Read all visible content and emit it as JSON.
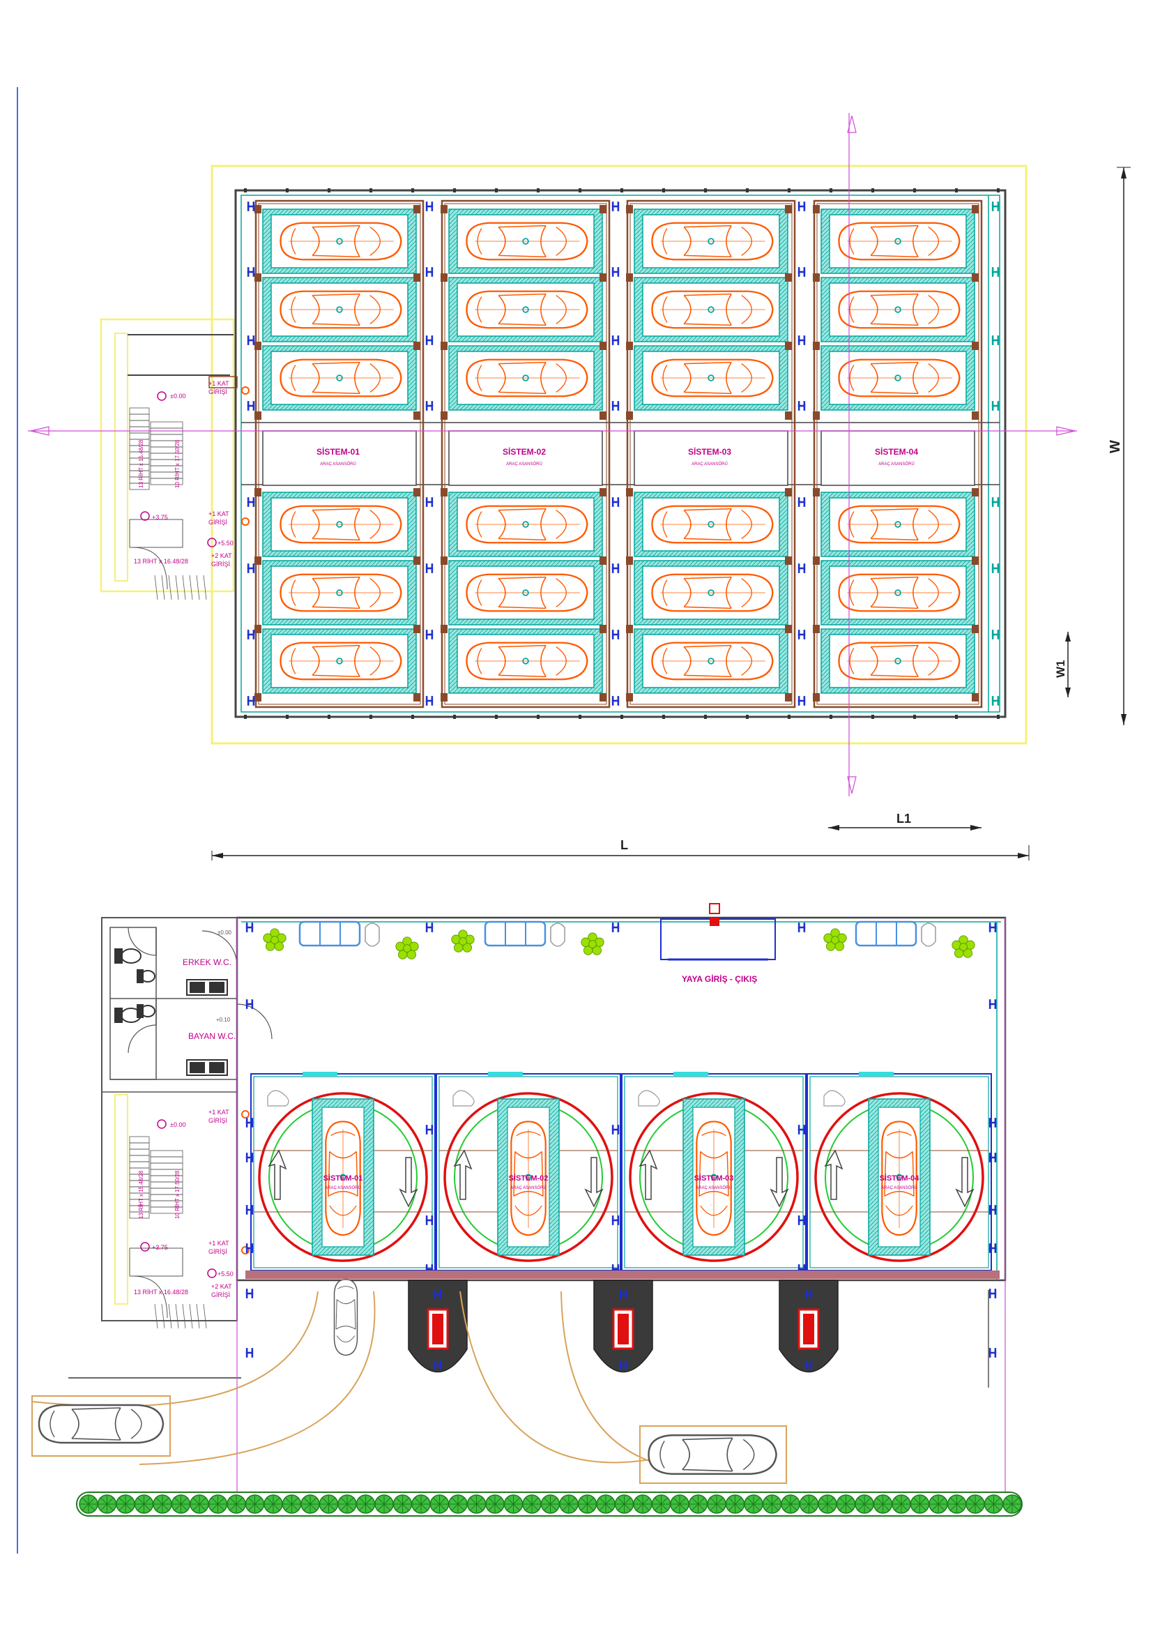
{
  "dimensions": {
    "L": "L",
    "L1": "L1",
    "W": "W",
    "W1": "W1"
  },
  "systems": [
    {
      "name": "SİSTEM-01",
      "sub": "ARAÇ ASANSÖRÜ"
    },
    {
      "name": "SİSTEM-02",
      "sub": "ARAÇ ASANSÖRÜ"
    },
    {
      "name": "SİSTEM-03",
      "sub": "ARAÇ ASANSÖRÜ"
    },
    {
      "name": "SİSTEM-04",
      "sub": "ARAÇ ASANSÖRÜ"
    }
  ],
  "stair_plan1": {
    "lv0": "±0.00",
    "lv1": "+3.75",
    "lv2": "+5.50",
    "k1a": "+1 KAT",
    "k1b": "GİRİŞİ",
    "k1c": "+1 KAT",
    "k1d": "GİRİŞİ",
    "k2a": "+2 KAT",
    "k2b": "GİRİŞİ",
    "r1": "13 RİHT x 15.48/28",
    "r2": "10 RİHT x 17.50/28",
    "r3": "13 RİHT x 16.48/28"
  },
  "stair_plan2": {
    "lv0": "±0.00",
    "lv1": "+3.75",
    "lv2": "+5.50",
    "k1a": "+1 KAT",
    "k1b": "GİRİŞİ",
    "k1c": "+1 KAT",
    "k1d": "GİRİŞİ",
    "k2a": "+2 KAT",
    "k2b": "GİRİŞİ",
    "r1": "13 RİHT x 15.48/28",
    "r2": "10 RİHT x 17.50/28",
    "r3": "13 RİHT x 16.48/28"
  },
  "wc": {
    "male": "ERKEK W.C.",
    "female": "BAYAN W.C.",
    "lvA": "±0.00",
    "lvB": "+0.10"
  },
  "entrance": "YAYA GİRİŞ - ÇIKIŞ",
  "colors": {
    "orange": "#ff5a00",
    "teal": "#00a79d",
    "tealFill": "#9be6df",
    "brown": "#8a4a2a",
    "magenta": "#c2008a",
    "dark": "#333333",
    "yellow": "#f5f078",
    "blue": "#1d2fd0",
    "red": "#e01010",
    "green": "#22cc33",
    "tan": "#d9a35a"
  },
  "icons": [
    "column-marker-icon",
    "car-icon",
    "turntable-icon",
    "tree-icon",
    "toilet-icon"
  ]
}
